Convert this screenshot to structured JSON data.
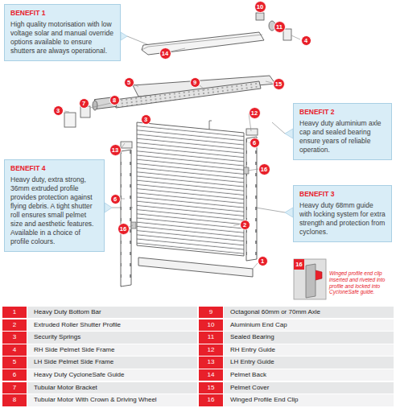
{
  "diagram": {
    "nodes": [
      {
        "text": [
          "BENEFIT 1",
          "High quality motorisation with low voltage solar and manual override options available to ensure shutters are always operational."
        ]
      },
      {
        "text": [
          "BENEFIT 2",
          "Heavy duty aluminium axle cap and sealed bearing ensure years of reliable operation."
        ]
      },
      {
        "text": [
          "BENEFIT 4",
          "Heavy duty, extra strong, 36mm extruded profile provides protection against flying debris. A tight shutter roll ensures small pelmet size and aesthetic features. Available in a choice of profile colours."
        ]
      },
      {
        "text": [
          "BENEFIT 3",
          "Heavy duty 68mm guide with locking system for extra strength and protection from cyclones."
        ]
      }
    ],
    "labels": [
      "14",
      "10",
      "11",
      "4",
      "5",
      "9",
      "15",
      "8",
      "7",
      "3",
      "3",
      "12",
      "13",
      "6",
      "16",
      "6",
      "16",
      "2",
      "1",
      "16",
      "Winged profile end clip inserted and riveted into profile and locked into CycloneSafe guide.",
      "1",
      "Heavy Duty Bottom Bar",
      "9",
      "Octagonal 60mm or 70mm Axle",
      "2",
      "Extruded Roller Shutter Profile",
      "10",
      "Aluminium End Cap",
      "3",
      "Security Springs",
      "11",
      "Sealed Bearing",
      "4",
      "RH Side Pelmet Side Frame",
      "12",
      "RH Entry Guide",
      "5",
      "LH Side Pelmet Side Frame",
      "13",
      "LH Entry Guide",
      "6",
      "Heavy Duty CycloneSafe Guide",
      "14",
      "Pelmet Back",
      "7",
      "Tubular Motor Bracket",
      "15",
      "Pelmet Cover",
      "8",
      "Tubular Motor With Crown & Driving Wheel",
      "16",
      "Winged Profile End Clip"
    ]
  }
}
